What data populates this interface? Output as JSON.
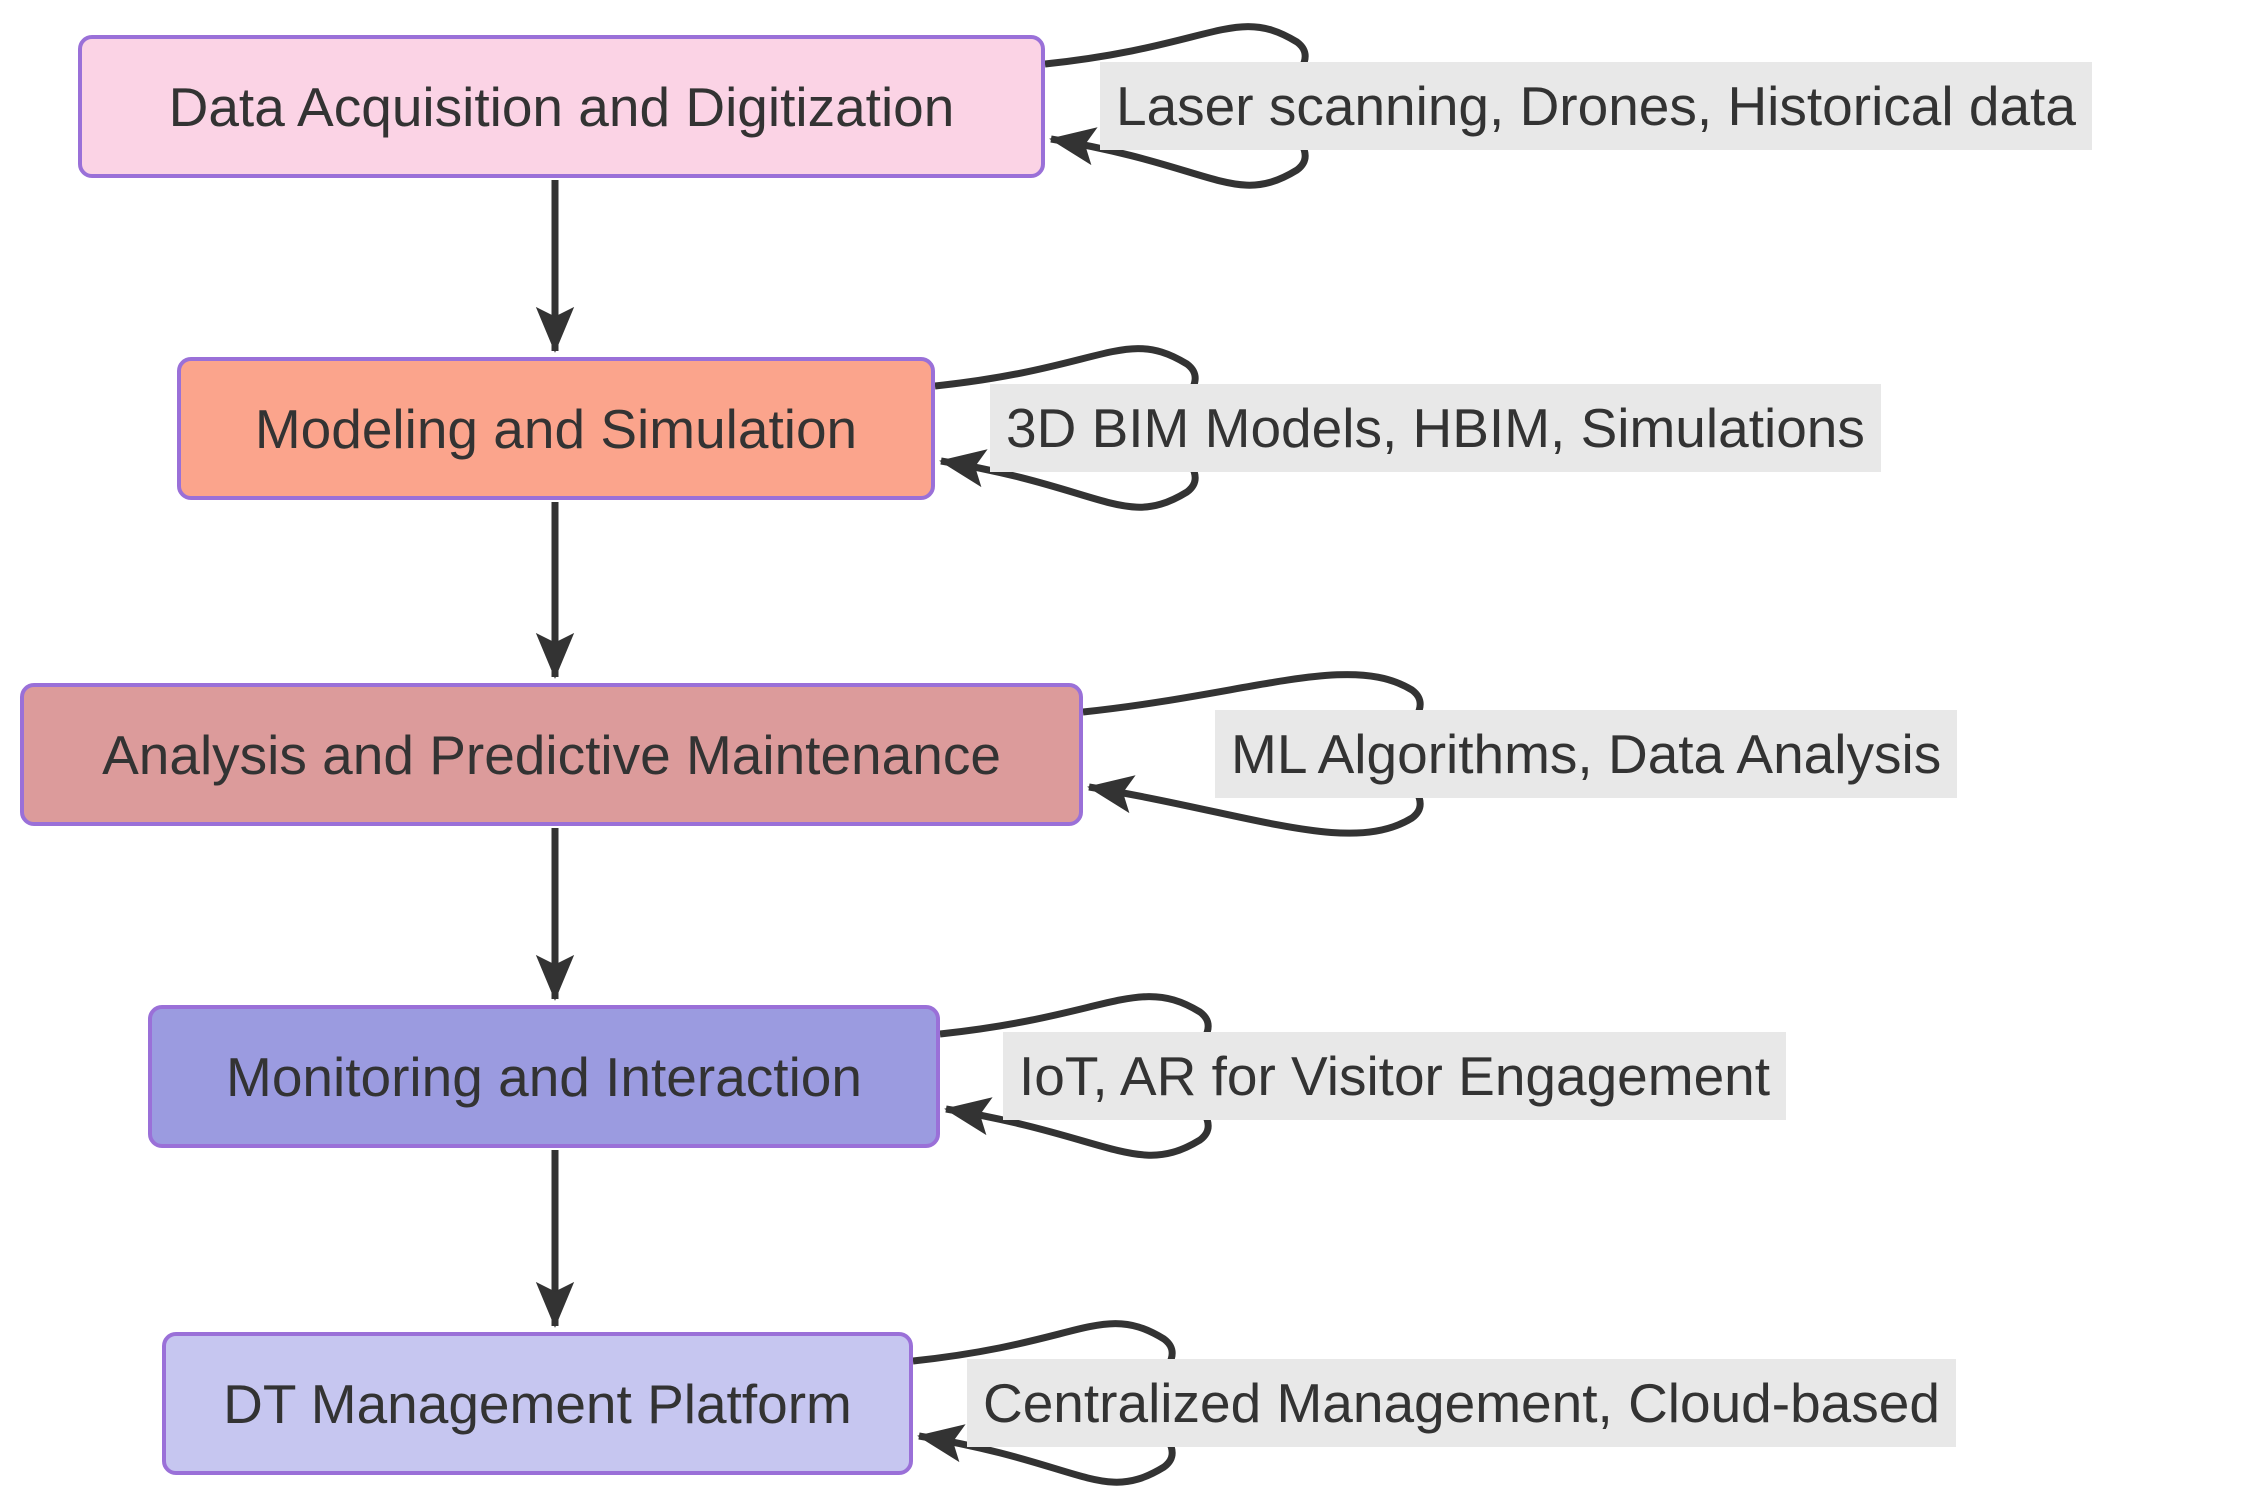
{
  "diagram": {
    "type": "flowchart-top-down",
    "edge_color": "#333333",
    "text_color": "#333333",
    "label_bg": "#e8e8e8",
    "node_border_color": "#9a70d8",
    "steps": [
      {
        "id": "data-acquisition",
        "label": "Data Acquisition and Digitization",
        "fill": "#fbd3e5",
        "tools": "Laser scanning, Drones, Historical data"
      },
      {
        "id": "modeling-simulation",
        "label": "Modeling and Simulation",
        "fill": "#fba48c",
        "tools": "3D BIM Models, HBIM, Simulations"
      },
      {
        "id": "analysis-predictive-maintenance",
        "label": "Analysis and Predictive Maintenance",
        "fill": "#dc9b9b",
        "tools": "ML Algorithms, Data Analysis"
      },
      {
        "id": "monitoring-interaction",
        "label": "Monitoring and Interaction",
        "fill": "#9b9be0",
        "tools": "IoT, AR for Visitor Engagement"
      },
      {
        "id": "dt-management-platform",
        "label": "DT Management Platform",
        "fill": "#c6c6f0",
        "tools": "Centralized Management, Cloud-based"
      }
    ]
  }
}
